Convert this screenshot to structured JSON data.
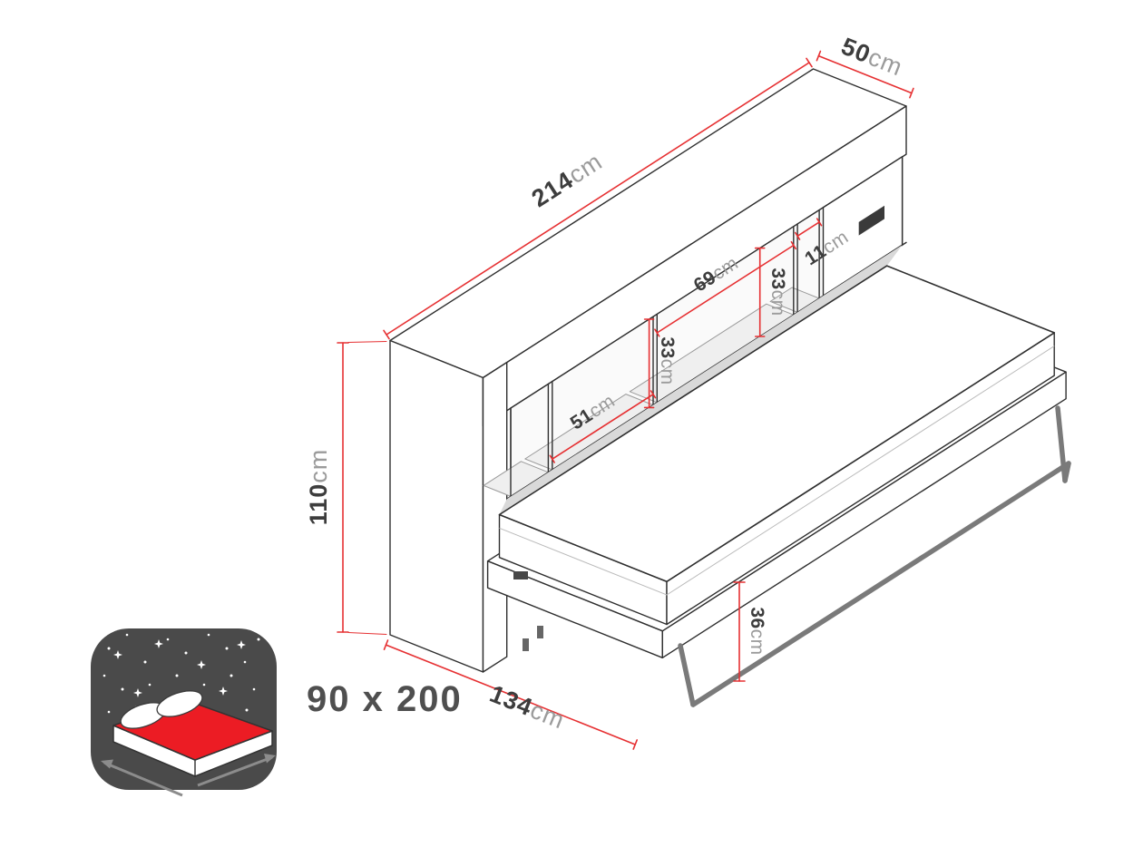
{
  "figure": {
    "type": "furniture-dimension-diagram",
    "subject": "horizontal wall bed with top shelf cabinet, open position",
    "bed_icon_label": "90 x 200",
    "dims": {
      "width": {
        "num": "214",
        "unit": "cm"
      },
      "top_depth": {
        "num": "50",
        "unit": "cm"
      },
      "height": {
        "num": "110",
        "unit": "cm"
      },
      "open_depth": {
        "num": "134",
        "unit": "cm"
      },
      "bed_frame_height": {
        "num": "36",
        "unit": "cm"
      },
      "shelf_height_a": {
        "num": "33",
        "unit": "cm"
      },
      "shelf_height_b": {
        "num": "33",
        "unit": "cm"
      },
      "shelf_width_a": {
        "num": "51",
        "unit": "cm"
      },
      "shelf_width_b": {
        "num": "69",
        "unit": "cm"
      },
      "shelf_width_c": {
        "num": "11",
        "unit": "cm"
      }
    },
    "colors": {
      "dimension_red": "#e63032",
      "outline": "#2f2f2f",
      "icon_background": "#4a4a4a",
      "icon_mattress_red": "#ec1c24",
      "label_number": "#3d3d3d",
      "label_unit": "#9b9b9b"
    }
  }
}
